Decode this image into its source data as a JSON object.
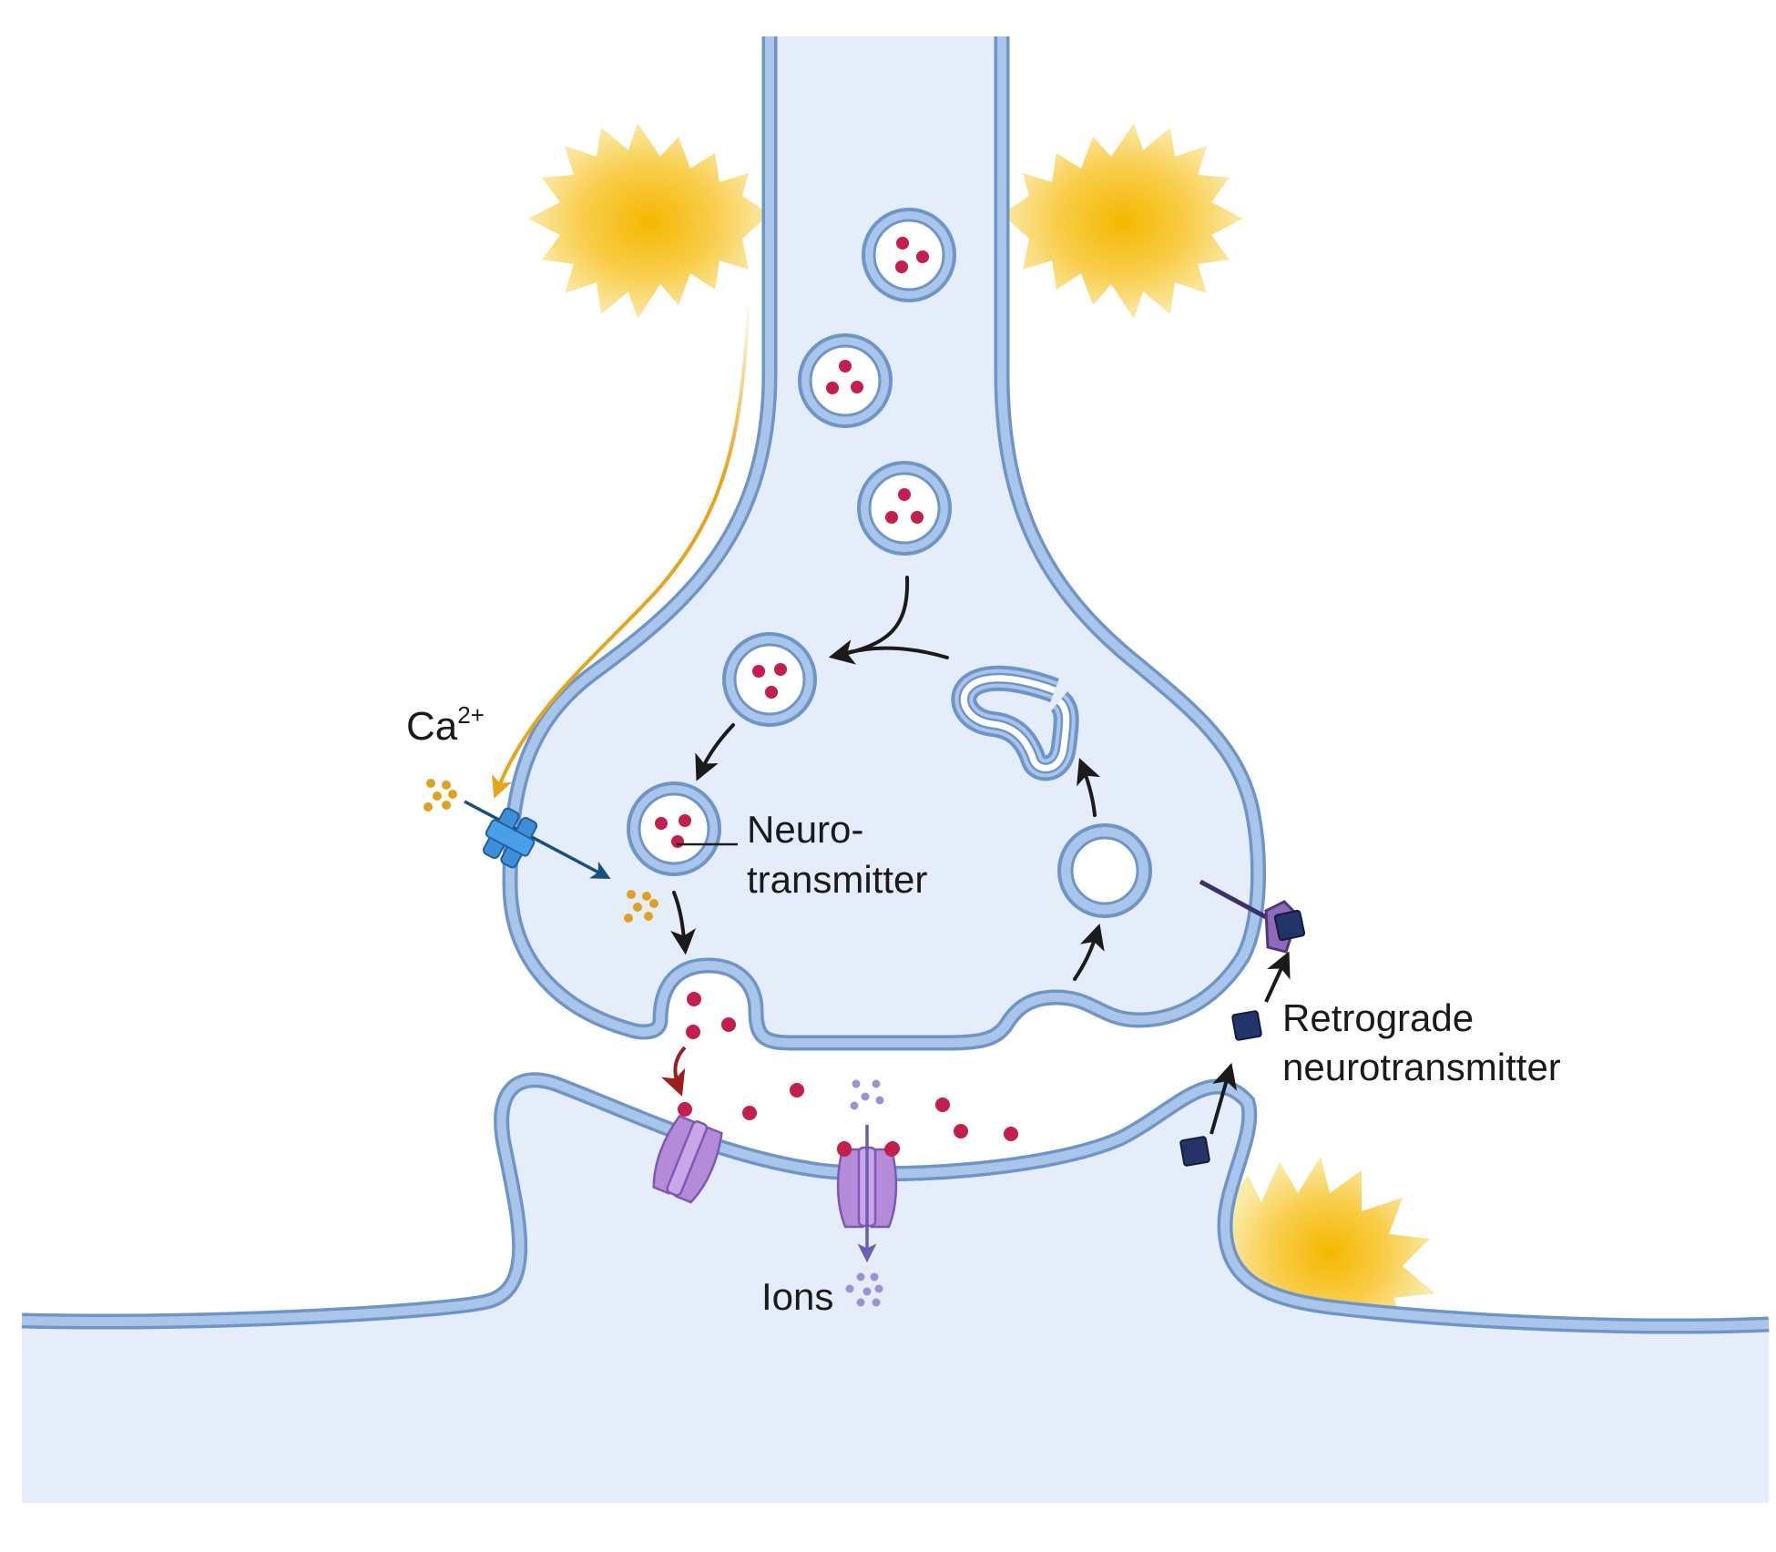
{
  "labels": {
    "calcium": "Ca",
    "calcium_charge": "2+",
    "neurotransmitter_line1": "Neuro-",
    "neurotransmitter_line2": "transmitter",
    "retrograde_line1": "Retrograde",
    "retrograde_line2": "neurotransmitter",
    "ions": "Ions"
  },
  "colors": {
    "cytoplasm": "#e4edf9",
    "membrane_fill": "#a9c5ea",
    "membrane_edge": "#6f95c8",
    "vesicle_lumen": "#ffffff",
    "neurotransmitter": "#c41e4d",
    "calcium_ion": "#e0a020",
    "calcium_channel": "#3f8fd6",
    "receptor": "#b58ad9",
    "receptor_edge": "#7c59b3",
    "retrograde_molecule": "#233469",
    "retrograde_receptor": "#8e6ab8",
    "ion": "#9b92d6",
    "action_potential": "#f8cd4a",
    "calcium_signal_arrow": "#e6a51d",
    "calcium_flux_arrow": "#17507e",
    "release_arrow": "#a01d1d",
    "ion_flow_arrow": "#6a5fad",
    "cycle_arrow": "#1b1b1b"
  },
  "icons": [
    "action-potential-burst",
    "calcium-channel",
    "synaptic-vesicle",
    "ionotropic-receptor",
    "retrograde-receptor"
  ]
}
